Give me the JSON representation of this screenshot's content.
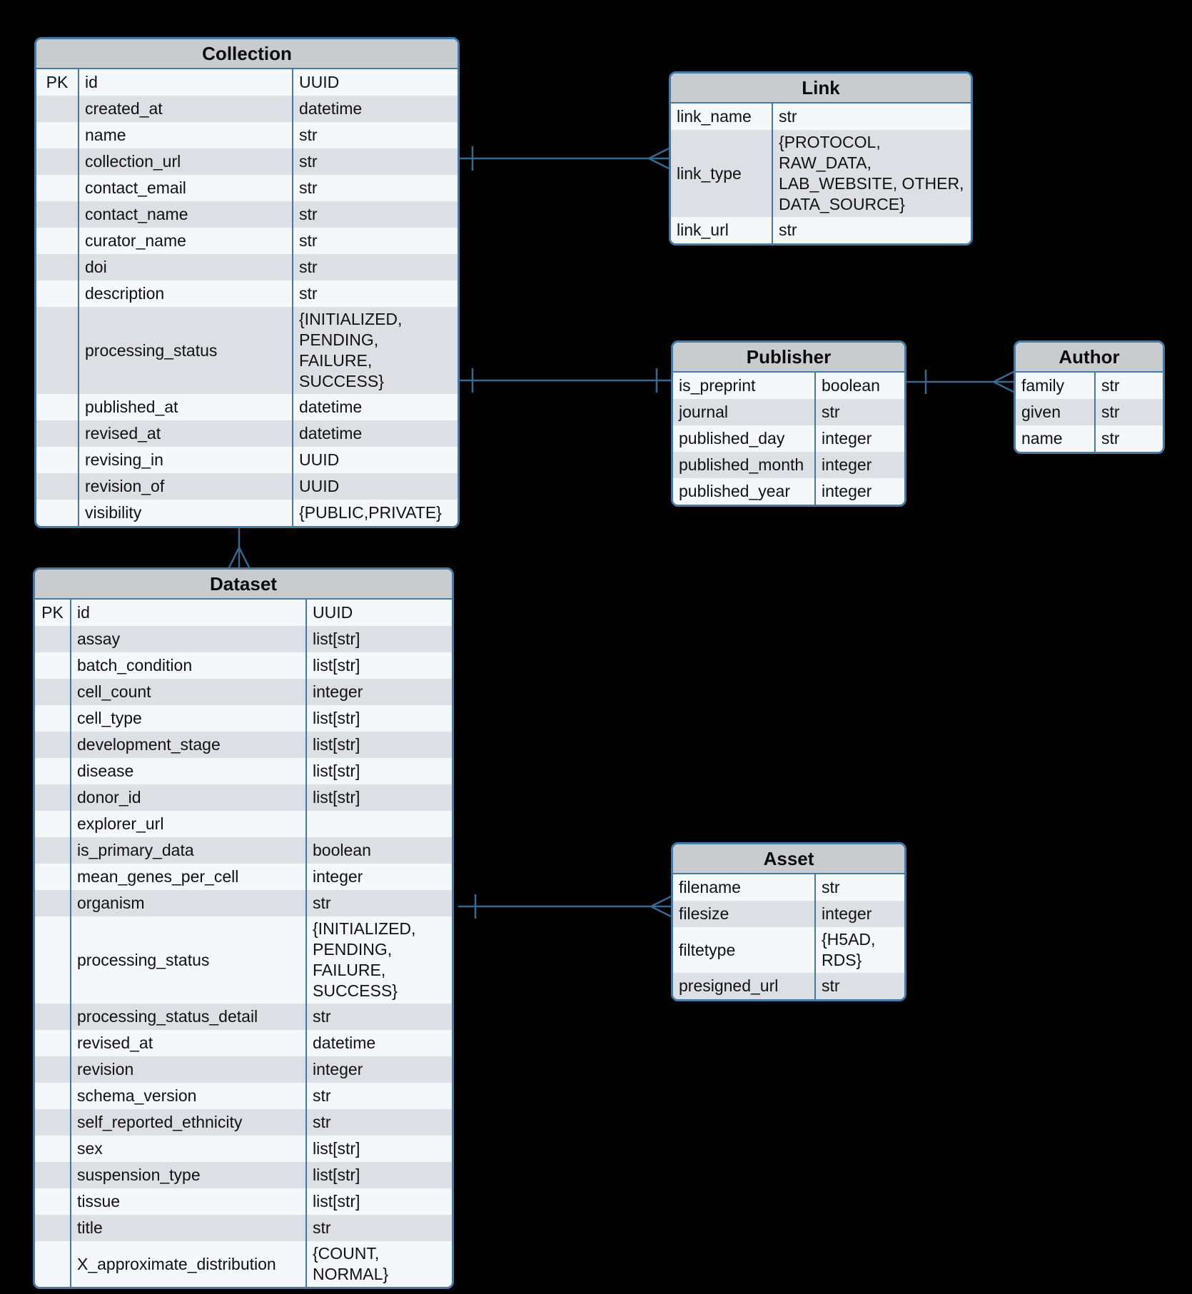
{
  "diagram_type": "entity-relationship",
  "colors": {
    "background": "#000000",
    "table_border": "#4479A8",
    "relation_line": "#366890",
    "header_fill": "#C9CCCE",
    "row_light": "#F4F8FB",
    "row_dark": "#DCE0E4",
    "text": "#111111"
  },
  "entities": [
    {
      "id": "collection",
      "title": "Collection",
      "has_key_column": true,
      "rows": [
        {
          "key": "PK",
          "name": "id",
          "type": "UUID"
        },
        {
          "key": "",
          "name": "created_at",
          "type": "datetime"
        },
        {
          "key": "",
          "name": "name",
          "type": "str"
        },
        {
          "key": "",
          "name": "collection_url",
          "type": "str"
        },
        {
          "key": "",
          "name": "contact_email",
          "type": "str"
        },
        {
          "key": "",
          "name": "contact_name",
          "type": "str"
        },
        {
          "key": "",
          "name": "curator_name",
          "type": "str"
        },
        {
          "key": "",
          "name": "doi",
          "type": "str"
        },
        {
          "key": "",
          "name": "description",
          "type": "str"
        },
        {
          "key": "",
          "name": "processing_status",
          "type": "{INITIALIZED, PENDING, FAILURE, SUCCESS}"
        },
        {
          "key": "",
          "name": "published_at",
          "type": "datetime"
        },
        {
          "key": "",
          "name": "revised_at",
          "type": "datetime"
        },
        {
          "key": "",
          "name": "revising_in",
          "type": "UUID"
        },
        {
          "key": "",
          "name": "revision_of",
          "type": "UUID"
        },
        {
          "key": "",
          "name": "visibility",
          "type": "{PUBLIC,PRIVATE}"
        }
      ]
    },
    {
      "id": "link",
      "title": "Link",
      "has_key_column": false,
      "rows": [
        {
          "name": "link_name",
          "type": "str"
        },
        {
          "name": "link_type",
          "type": "{PROTOCOL, RAW_DATA, LAB_WEBSITE, OTHER, DATA_SOURCE}"
        },
        {
          "name": "link_url",
          "type": "str"
        }
      ]
    },
    {
      "id": "publisher",
      "title": "Publisher",
      "has_key_column": false,
      "rows": [
        {
          "name": "is_preprint",
          "type": "boolean"
        },
        {
          "name": "journal",
          "type": "str"
        },
        {
          "name": "published_day",
          "type": "integer"
        },
        {
          "name": "published_month",
          "type": "integer"
        },
        {
          "name": "published_year",
          "type": "integer"
        }
      ]
    },
    {
      "id": "author",
      "title": "Author",
      "has_key_column": false,
      "rows": [
        {
          "name": "family",
          "type": "str"
        },
        {
          "name": "given",
          "type": "str"
        },
        {
          "name": "name",
          "type": "str"
        }
      ]
    },
    {
      "id": "dataset",
      "title": "Dataset",
      "has_key_column": true,
      "rows": [
        {
          "key": "PK",
          "name": "id",
          "type": "UUID"
        },
        {
          "key": "",
          "name": "assay",
          "type": "list[str]"
        },
        {
          "key": "",
          "name": "batch_condition",
          "type": "list[str]"
        },
        {
          "key": "",
          "name": "cell_count",
          "type": "integer"
        },
        {
          "key": "",
          "name": "cell_type",
          "type": "list[str]"
        },
        {
          "key": "",
          "name": "development_stage",
          "type": "list[str]"
        },
        {
          "key": "",
          "name": "disease",
          "type": "list[str]"
        },
        {
          "key": "",
          "name": "donor_id",
          "type": "list[str]"
        },
        {
          "key": "",
          "name": "explorer_url",
          "type": ""
        },
        {
          "key": "",
          "name": "is_primary_data",
          "type": "boolean"
        },
        {
          "key": "",
          "name": "mean_genes_per_cell",
          "type": "integer"
        },
        {
          "key": "",
          "name": "organism",
          "type": "str"
        },
        {
          "key": "",
          "name": "processing_status",
          "type": "{INITIALIZED, PENDING, FAILURE, SUCCESS}"
        },
        {
          "key": "",
          "name": "processing_status_detail",
          "type": "str"
        },
        {
          "key": "",
          "name": "revised_at",
          "type": "datetime"
        },
        {
          "key": "",
          "name": "revision",
          "type": "integer"
        },
        {
          "key": "",
          "name": "schema_version",
          "type": "str"
        },
        {
          "key": "",
          "name": "self_reported_ethnicity",
          "type": "str"
        },
        {
          "key": "",
          "name": "sex",
          "type": "list[str]"
        },
        {
          "key": "",
          "name": "suspension_type",
          "type": "list[str]"
        },
        {
          "key": "",
          "name": "tissue",
          "type": "list[str]"
        },
        {
          "key": "",
          "name": "title",
          "type": "str"
        },
        {
          "key": "",
          "name": "X_approximate_distribution",
          "type": "{COUNT, NORMAL}"
        }
      ]
    },
    {
      "id": "asset",
      "title": "Asset",
      "has_key_column": false,
      "rows": [
        {
          "name": "filename",
          "type": "str"
        },
        {
          "name": "filesize",
          "type": "integer"
        },
        {
          "name": "filtetype",
          "type": "{H5AD, RDS}"
        },
        {
          "name": "presigned_url",
          "type": "str"
        }
      ]
    }
  ],
  "relationships": [
    {
      "from": "Collection",
      "to": "Link",
      "from_cardinality": "one",
      "to_cardinality": "many"
    },
    {
      "from": "Collection",
      "to": "Publisher",
      "from_cardinality": "one",
      "to_cardinality": "one"
    },
    {
      "from": "Publisher",
      "to": "Author",
      "from_cardinality": "one",
      "to_cardinality": "many"
    },
    {
      "from": "Collection",
      "to": "Dataset",
      "from_cardinality": "one",
      "to_cardinality": "many"
    },
    {
      "from": "Dataset",
      "to": "Asset",
      "from_cardinality": "one",
      "to_cardinality": "many"
    }
  ]
}
